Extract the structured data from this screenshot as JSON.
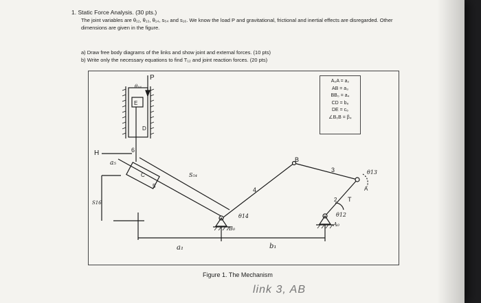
{
  "question": {
    "title": "1.   Static Force Analysis. (30 pts.)",
    "intro": "The joint variables are θ₁₂, θ₁₃, θ₁₄, s₅₄ and s₁₆. We know the load P and gravitational, frictional and inertial effects are disregarded. Other dimensions are given in the figure.",
    "part_a": "a)   Draw free body diagrams of the links and show joint and external forces. (10 pts)",
    "part_b": "b)   Write only the necessary equations to find T₁₂ and joint reaction forces. (20 pts)"
  },
  "legend": {
    "lines": [
      "A₀A = a₂",
      "AB = a₃",
      "BB₀ = a₄",
      "CD = b₆",
      "DE = c₆",
      "∠B₀B = β₄"
    ]
  },
  "figure": {
    "caption": "Figure 1. The Mechanism",
    "labels": {
      "P": "P",
      "theta16": "θ₁₆",
      "E": "E",
      "D": "D",
      "H": "H",
      "six": "6",
      "a5": "a₅",
      "C": "C",
      "five": "5",
      "s54": "S₅₄",
      "four": "4",
      "theta14": "θ14",
      "B0": "B₀",
      "B": "B",
      "three": "3",
      "theta13": "θ13",
      "A": "A",
      "two": "2",
      "T": "T",
      "theta12": "θ12",
      "A0": "A₀",
      "s16": "S16",
      "a1": "a₁",
      "b1": "b₁"
    }
  },
  "handwritten_note": "link 3, AB",
  "colors": {
    "paper": "#f4f3ef",
    "ink": "#1a1a1a",
    "background": "#1d1d1f"
  }
}
